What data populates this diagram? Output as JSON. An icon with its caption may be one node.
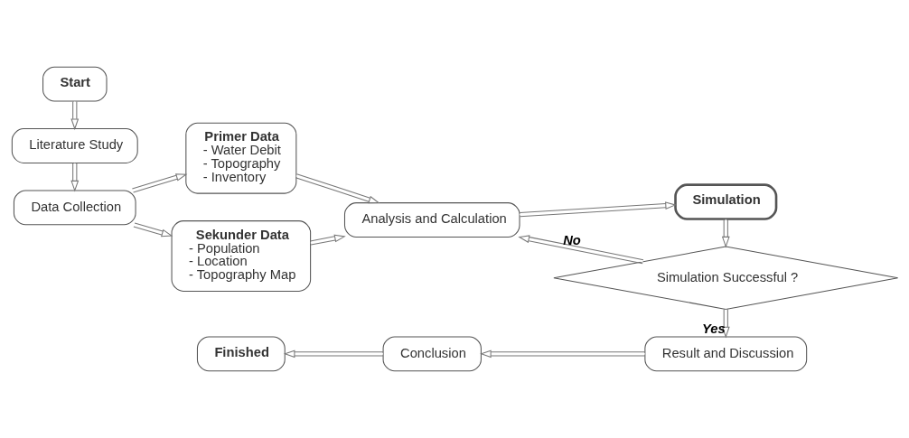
{
  "diagram": {
    "nodes": [
      {
        "text": [
          "Start"
        ]
      },
      {
        "text": [
          "Literature Study"
        ]
      },
      {
        "text": [
          "Data Collection"
        ]
      },
      {
        "text": [
          "Primer Data",
          "- Water Debit",
          "- Topography",
          "- Inventory"
        ]
      },
      {
        "text": [
          "Sekunder Data",
          "- Population",
          "- Location",
          "- Topography Map"
        ]
      },
      {
        "text": [
          "Analysis and Calculation"
        ]
      },
      {
        "text": [
          "Simulation"
        ]
      },
      {
        "text": [
          "Simulation Successful ?"
        ]
      },
      {
        "text": [
          "Result and Discussion"
        ]
      },
      {
        "text": [
          "Conclusion"
        ]
      },
      {
        "text": [
          "Finished"
        ]
      }
    ],
    "edges": [
      {
        "from": 0,
        "to": 1,
        "arrow": "to"
      },
      {
        "from": 1,
        "to": 2,
        "arrow": "to"
      },
      {
        "from": 2,
        "to": 3,
        "arrow": "to"
      },
      {
        "from": 2,
        "to": 4,
        "arrow": "to"
      },
      {
        "from": 3,
        "to": 5,
        "arrow": "to"
      },
      {
        "from": 4,
        "to": 5,
        "arrow": "to"
      },
      {
        "from": 5,
        "to": 6,
        "arrow": "to"
      },
      {
        "from": 6,
        "to": 7,
        "arrow": "to"
      },
      {
        "from": 7,
        "to": 5,
        "arrow": "to",
        "label": "No"
      },
      {
        "from": 7,
        "to": 8,
        "arrow": "to",
        "label": "Yes"
      },
      {
        "from": 8,
        "to": 9,
        "arrow": "to"
      },
      {
        "from": 9,
        "to": 10,
        "arrow": "to"
      }
    ]
  }
}
